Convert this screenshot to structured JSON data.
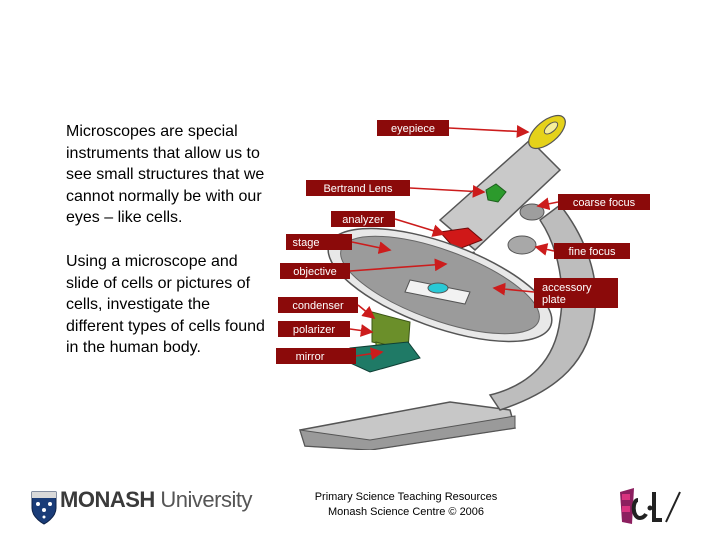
{
  "text": {
    "paragraph1": "Microscopes are special instruments that allow us to see small structures that we cannot normally be with our eyes – like cells.",
    "paragraph2": "Using a microscope and slide of cells or pictures of cells, investigate the different types of cells found in the human body."
  },
  "diagram": {
    "labels": {
      "eyepiece": "eyepiece",
      "bertrand_lens": "Bertrand Lens",
      "analyzer": "analyzer",
      "stage": "stage",
      "objective": "objective",
      "condenser": "condenser",
      "polarizer": "polarizer",
      "mirror": "mirror",
      "coarse_focus": "coarse focus",
      "fine_focus": "fine focus",
      "accessory_plate_line1": "accessory",
      "accessory_plate_line2": "plate"
    },
    "colors": {
      "label_bg": "#8b0a0a",
      "arrow": "#cc1c1c",
      "body": "#bdbdbd",
      "eyepiece": "#e5d21a",
      "coarse_focus": "#2c9a2c",
      "analyzer": "#d01818",
      "condenser": "#6b8f2a",
      "mirror": "#1f7a66"
    }
  },
  "footer": {
    "line1": "Primary Science Teaching Resources",
    "line2": "Monash Science Centre © 2006",
    "monash_bold": "MONASH",
    "monash_light": " University"
  }
}
